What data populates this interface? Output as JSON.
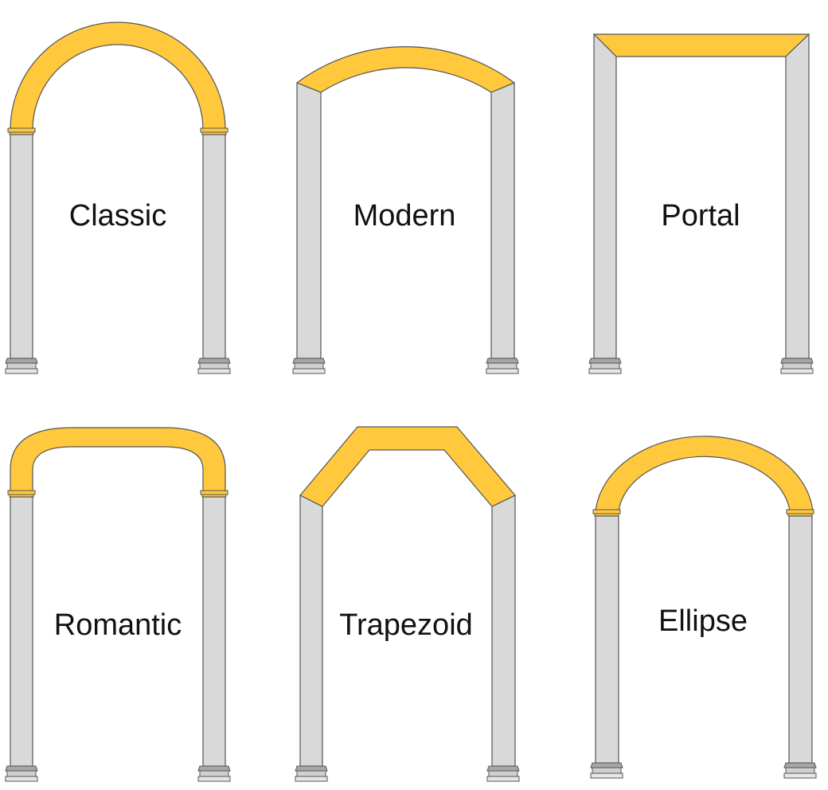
{
  "arches": [
    {
      "id": "classic",
      "label": "Classic"
    },
    {
      "id": "modern",
      "label": "Modern"
    },
    {
      "id": "portal",
      "label": "Portal"
    },
    {
      "id": "romantic",
      "label": "Romantic"
    },
    {
      "id": "trapezoid",
      "label": "Trapezoid"
    },
    {
      "id": "ellipse",
      "label": "Ellipse"
    }
  ],
  "colors": {
    "arch_fill": "#FFC83D",
    "column_fill": "#D9D9D9",
    "base_fill": "#A6A6A6",
    "outline": "#555555"
  }
}
